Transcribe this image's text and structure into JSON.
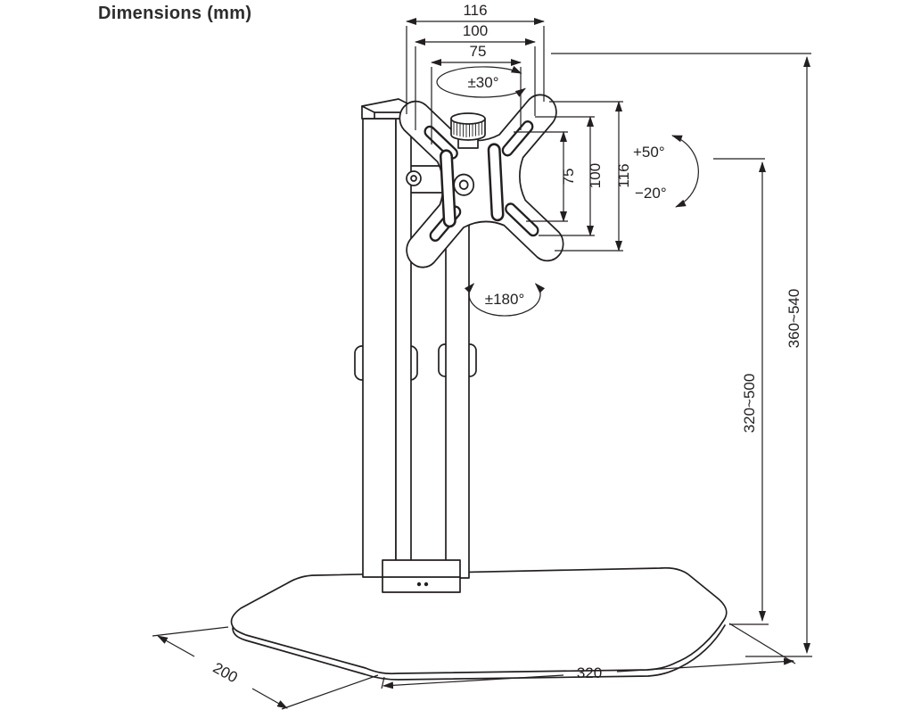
{
  "title": "Dimensions (mm)",
  "dims": {
    "width_outer": "116",
    "width_mid": "100",
    "width_inner": "75",
    "swivel": "±30°",
    "height_inner": "75",
    "height_mid": "100",
    "height_outer": "116",
    "tilt_up": "+50°",
    "tilt_down": "−20°",
    "rotation": "±180°",
    "lift_range": "320~500",
    "total_range": "360~540",
    "base_depth": "200",
    "base_width": "320"
  },
  "colors": {
    "line": "#231f20",
    "title": "#2d2d2d",
    "background": "#ffffff"
  }
}
